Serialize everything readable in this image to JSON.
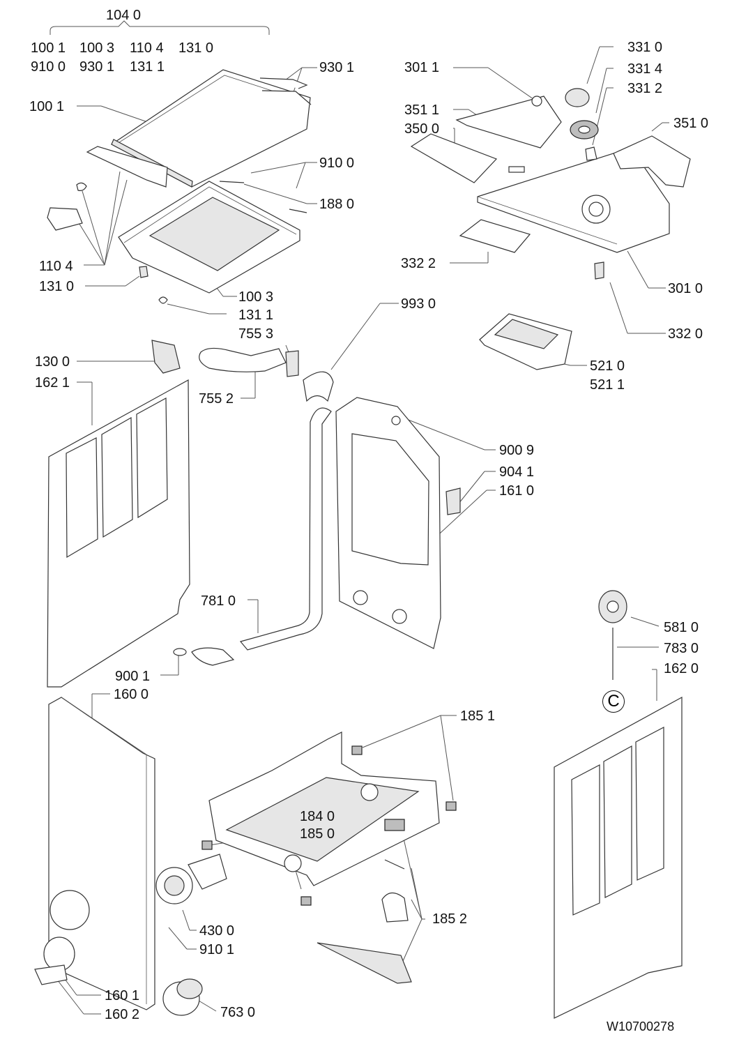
{
  "diagram": {
    "drawing_ref": "W10700278",
    "header_group": {
      "title": "104 0",
      "row1": [
        "100 1",
        "100 3",
        "110 4",
        "131 0"
      ],
      "row2": [
        "910 0",
        "930 1",
        "131 1"
      ]
    },
    "labels": {
      "l_930_1": "930 1",
      "l_100_1": "100 1",
      "l_910_0": "910 0",
      "l_188_0": "188 0",
      "l_110_4": "110 4",
      "l_131_0": "131 0",
      "l_100_3": "100 3",
      "l_131_1": "131 1",
      "l_755_3": "755 3",
      "l_130_0": "130 0",
      "l_162_1": "162 1",
      "l_755_2": "755 2",
      "l_301_1": "301 1",
      "l_331_0": "331 0",
      "l_331_4": "331 4",
      "l_331_2": "331 2",
      "l_351_1": "351 1",
      "l_350_0": "350 0",
      "l_351_0": "351 0",
      "l_332_2": "332 2",
      "l_301_0": "301 0",
      "l_332_0": "332 0",
      "l_993_0": "993 0",
      "l_521_0": "521 0",
      "l_521_1": "521 1",
      "l_900_9": "900 9",
      "l_904_1": "904 1",
      "l_161_0": "161 0",
      "l_781_0": "781 0",
      "l_900_1": "900 1",
      "l_160_0": "160 0",
      "l_581_0": "581 0",
      "l_783_0": "783 0",
      "l_162_0": "162 0",
      "l_185_1": "185 1",
      "l_184_0": "184 0",
      "l_185_0": "185 0",
      "l_185_2": "185 2",
      "l_430_0": "430 0",
      "l_910_1": "910 1",
      "l_160_1": "160 1",
      "l_160_2": "160 2",
      "l_763_0": "763 0"
    },
    "marker": "C"
  }
}
